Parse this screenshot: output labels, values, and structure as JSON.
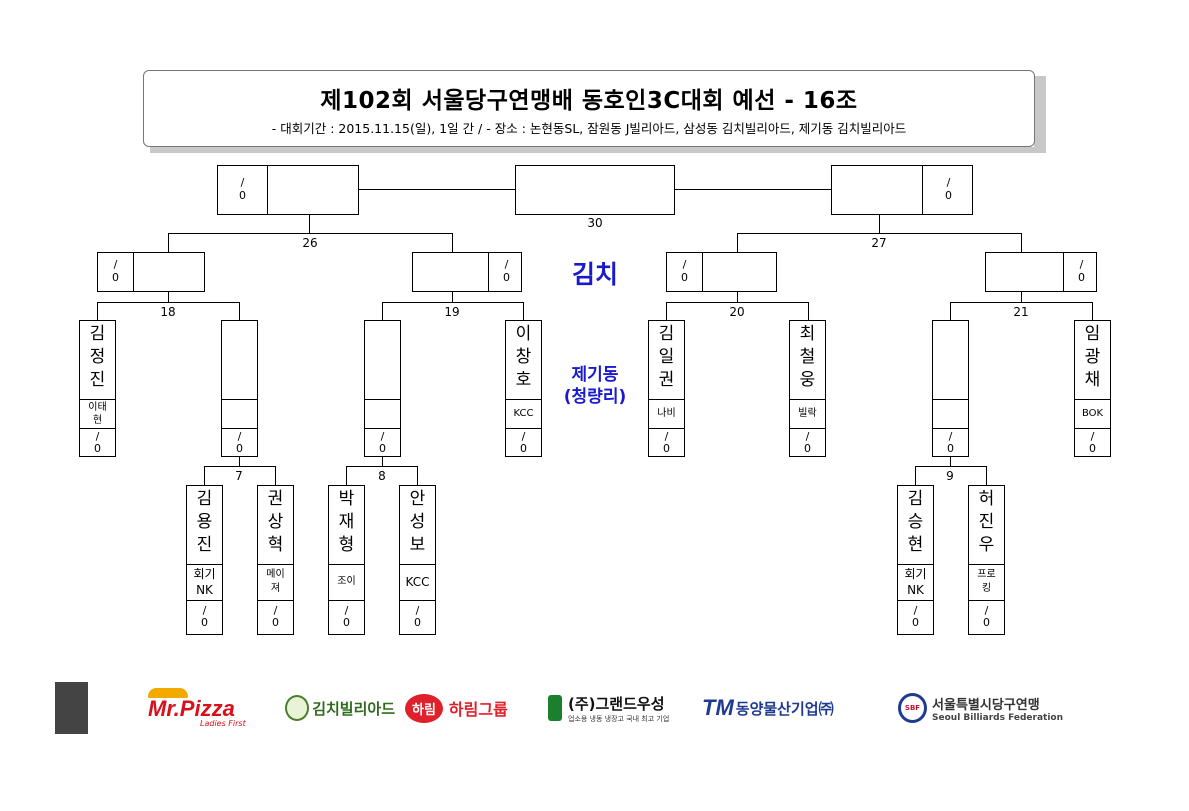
{
  "header": {
    "title": "제102회 서울당구연맹배 동호인3C대회 예선 - 16조",
    "subtitle": "- 대회기간 : 2015.11.15(일), 1일 간 / - 장소 : 논현동SL, 잠원동 J빌리아드, 삼성동 김치빌리아드, 제기동 김치빌리아드"
  },
  "venues": {
    "main": "김치",
    "second_line1": "제기동",
    "second_line2": "(청량리)"
  },
  "score_placeholder": {
    "top": "/",
    "bottom": "0"
  },
  "match_numbers": {
    "m7": "7",
    "m8": "8",
    "m9": "9",
    "m18": "18",
    "m19": "19",
    "m20": "20",
    "m21": "21",
    "m26": "26",
    "m27": "27",
    "m30": "30"
  },
  "players": {
    "p1": {
      "name_chars": [
        "김",
        "정",
        "진"
      ],
      "club_lines": [
        "이태",
        "현"
      ]
    },
    "p2": {
      "name_chars": [],
      "club_lines": []
    },
    "p3": {
      "name_chars": [],
      "club_lines": []
    },
    "p4": {
      "name_chars": [
        "이",
        "창",
        "호"
      ],
      "club_lines": [
        "KCC"
      ]
    },
    "p5": {
      "name_chars": [
        "김",
        "일",
        "권"
      ],
      "club_lines": [
        "나비"
      ]
    },
    "p6": {
      "name_chars": [
        "최",
        "철",
        "웅"
      ],
      "club_lines": [
        "빌락"
      ]
    },
    "p7": {
      "name_chars": [],
      "club_lines": []
    },
    "p8": {
      "name_chars": [
        "임",
        "광",
        "채"
      ],
      "club_lines": [
        "BOK"
      ]
    },
    "p9": {
      "name_chars": [
        "김",
        "용",
        "진"
      ],
      "club_lines": [
        "회기",
        "NK"
      ]
    },
    "p10": {
      "name_chars": [
        "권",
        "상",
        "혁"
      ],
      "club_lines": [
        "메이",
        "져"
      ]
    },
    "p11": {
      "name_chars": [
        "박",
        "재",
        "형"
      ],
      "club_lines": [
        "조이"
      ]
    },
    "p12": {
      "name_chars": [
        "안",
        "성",
        "보"
      ],
      "club_lines": [
        "KCC"
      ]
    },
    "p13": {
      "name_chars": [
        "김",
        "승",
        "현"
      ],
      "club_lines": [
        "회기",
        "NK"
      ]
    },
    "p14": {
      "name_chars": [
        "허",
        "진",
        "우"
      ],
      "club_lines": [
        "프로",
        "킹"
      ]
    }
  },
  "sponsors": {
    "s1": "Mr.Pizza",
    "s1_sub": "Ladies First",
    "s2": "김치빌리아드",
    "s3_badge": "하림",
    "s3": "하림그룹",
    "s4": "(주)그랜드우성",
    "s4_sub": "업소용 냉동 냉장고 국내 최고 기업",
    "s5_logo": "TM",
    "s5": "동양물산기업㈜",
    "s6_logo": "SBF",
    "s6": "서울특별시당구연맹",
    "s6_sub": "Seoul Billiards Federation"
  },
  "colors": {
    "venue_blue": "#1a1acd",
    "pizza_red": "#d8101a",
    "pizza_gold": "#f2a900",
    "harim_red": "#e0202a",
    "grand_green": "#1b7f2e",
    "tm_navy": "#1f3b8f"
  }
}
